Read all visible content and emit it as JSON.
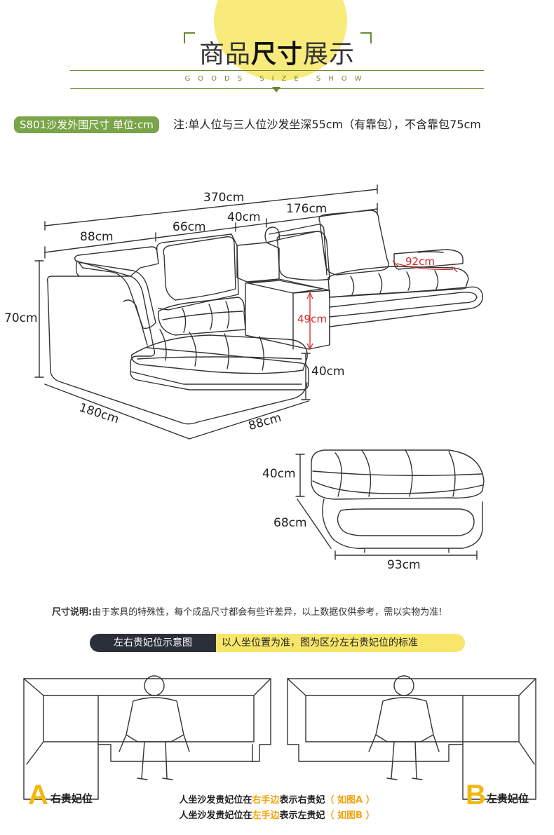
{
  "header": {
    "title_a": "商品",
    "title_b": "尺寸",
    "title_c": "展示",
    "subtitle": "GOODS SIZE SHOW"
  },
  "info": {
    "pill": "S801沙发外围尺寸 单位:cm",
    "note": "注:单人位与三人位沙发坐深55cm（有靠包），不含靠包75cm"
  },
  "sofa_dims": {
    "total_width": "370cm",
    "left_section": "88cm",
    "middle_section": "66cm",
    "table_width": "40cm",
    "right_section": "176cm",
    "pillow": "92cm",
    "height": "70cm",
    "table_height": "49cm",
    "seat_height": "40cm",
    "chaise_length": "180cm",
    "chaise_width": "88cm"
  },
  "ottoman_dims": {
    "height": "40cm",
    "depth": "68cm",
    "width": "93cm"
  },
  "description": {
    "label": "尺寸说明:",
    "text": "由于家具的特殊性，每个成品尺寸都会有些许差异，以上数据仅供参考，需以实物为准!"
  },
  "position_bar": {
    "dark": "左右贵妃位示意图",
    "yellow": "以人坐位置为准，图为区分左右贵妃位的标准"
  },
  "diagram_a": {
    "letter": "A",
    "label": "右贵妃位"
  },
  "diagram_b": {
    "letter": "B",
    "label": "左贵妃位"
  },
  "explanations": {
    "line1_a": "人坐沙发贵妃位在",
    "line1_hl": "右手边",
    "line1_b": "表示右贵妃",
    "line1_ref": "（ 如图A ）",
    "line2_a": "人坐沙发贵妃位在",
    "line2_hl": "左手边",
    "line2_b": "表示左贵妃",
    "line2_ref": "（ 如图B ）"
  }
}
